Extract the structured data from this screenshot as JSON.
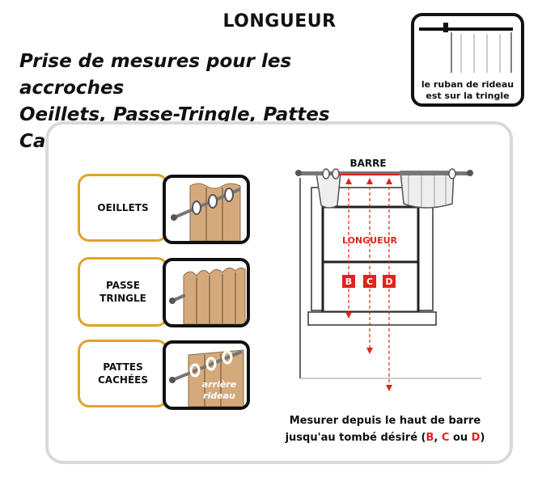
{
  "header": {
    "title": "LONGUEUR",
    "subtitle_line1": "Prise de mesures pour les accroches",
    "subtitle_line2": "Oeillets, Passe-Tringle, Pattes Cachées"
  },
  "icon_box": {
    "caption_line1": "le ruban de rideau",
    "caption_line2": "est sur la tringle"
  },
  "headings": [
    {
      "label": "OEILLETS"
    },
    {
      "label": "PASSE\nTRINGLE"
    },
    {
      "label": "PATTES\nCACHÉES"
    }
  ],
  "pattes_overlay": {
    "line1": "arrière",
    "line2": "rideau"
  },
  "diagram": {
    "barre_label": "BARRE",
    "longueur_label": "LONGUEUR",
    "markers": [
      "B",
      "C",
      "D"
    ]
  },
  "caption": {
    "line1": "Mesurer depuis le haut de barre",
    "line2_prefix": "jusqu'au tombé désiré (",
    "b": "B",
    "sep1": ", ",
    "c": "C",
    "sep2": " ou ",
    "d": "D",
    "line2_suffix": ")"
  },
  "colors": {
    "accent": "#e2231a",
    "heading_border": "#e0a32a",
    "fabric": "#d4aa7d",
    "panel_border": "#d9d9d9"
  }
}
